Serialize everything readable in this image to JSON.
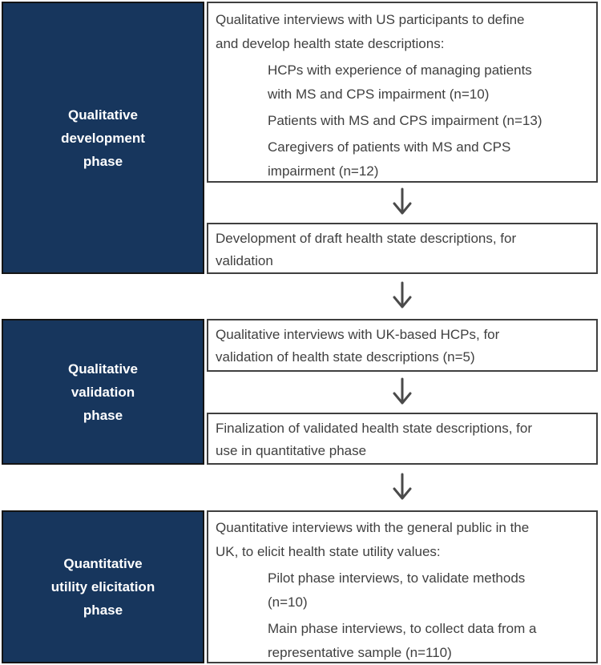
{
  "colors": {
    "phase_bg": "#17365d",
    "phase_border": "#141414",
    "box_border": "#3f3f3f",
    "text": "#404040",
    "phase_text": "#ffffff",
    "arrow": "#4a4a4a",
    "page_bg": "#ffffff"
  },
  "icons": {
    "arrow": "down-arrow"
  },
  "sections": [
    {
      "phase_label": "Qualitative development phase",
      "phase_label_lines": [
        "Qualitative",
        "development",
        "phase"
      ],
      "flow": {
        "top_box": {
          "intro": "Qualitative interviews with US participants to define and develop health state descriptions:",
          "intro_lines": [
            "Qualitative interviews with US participants to define",
            "and develop health state descriptions:"
          ],
          "bullets": [
            {
              "text": "HCPs with experience of managing patients with MS and CPS impairment (n=10)",
              "lines": [
                "HCPs with experience of managing patients",
                "with MS and CPS impairment (n=10)"
              ]
            },
            {
              "text": "Patients with MS and CPS impairment (n=13)",
              "lines": [
                "Patients with MS and CPS impairment (n=13)"
              ]
            },
            {
              "text": "Caregivers of patients with MS and CPS impairment (n=12)",
              "lines": [
                "Caregivers of patients with MS and CPS",
                "impairment (n=12)"
              ]
            }
          ]
        },
        "bottom_box": {
          "text": "Development of draft health state descriptions, for validation",
          "lines": [
            "Development of draft health state descriptions, for",
            "validation"
          ]
        }
      }
    },
    {
      "phase_label": "Qualitative validation phase",
      "phase_label_lines": [
        "Qualitative",
        "validation",
        "phase"
      ],
      "flow": {
        "top_box": {
          "text": "Qualitative interviews with UK-based HCPs, for validation of health state descriptions (n=5)",
          "lines": [
            "Qualitative interviews with UK-based HCPs, for",
            "validation of health state descriptions (n=5)"
          ]
        },
        "bottom_box": {
          "text": "Finalization of validated health state descriptions, for use in quantitative phase",
          "lines": [
            "Finalization of validated health state descriptions, for",
            "use in quantitative phase"
          ]
        }
      }
    },
    {
      "phase_label": "Quantitative utility elicitation phase",
      "phase_label_lines": [
        "Quantitative",
        "utility elicitation",
        "phase"
      ],
      "flow": {
        "top_box": {
          "intro": "Quantitative interviews with the general public in the UK, to elicit health state utility values:",
          "intro_lines": [
            "Quantitative interviews with the general public in the",
            "UK, to elicit health state utility values:"
          ],
          "bullets": [
            {
              "text": "Pilot phase interviews, to validate methods (n=10)",
              "lines": [
                "Pilot phase interviews, to validate methods",
                "(n=10)"
              ]
            },
            {
              "text": "Main phase interviews, to collect data from a representative sample (n=110)",
              "lines": [
                "Main phase interviews, to collect data from a",
                "representative sample (n=110)"
              ]
            }
          ]
        }
      }
    }
  ]
}
